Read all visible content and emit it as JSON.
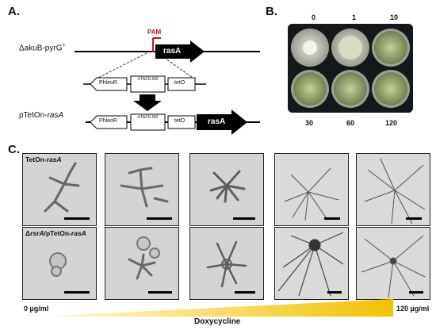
{
  "panels": {
    "a": "A.",
    "b": "B.",
    "c": "C."
  },
  "panel_a": {
    "top_construct": "ΔakuB-pyrG",
    "top_construct_sup": "+",
    "pam": "PAM",
    "gene": "rasA",
    "cassette": [
      "PhleoR",
      "rtTA2S-M2",
      "tetO"
    ],
    "result_prefix": "pTetOn-",
    "result_gene": "rasA"
  },
  "panel_b": {
    "top_concentrations": [
      "0",
      "1",
      "10"
    ],
    "bottom_concentrations": [
      "30",
      "60",
      "120"
    ]
  },
  "panel_c": {
    "row1_label_prefix": "TetOn-",
    "row1_label_gene": "rasA",
    "row2_label_a": "Δ",
    "row2_label_b": "rsrA",
    "row2_label_c": "/pTetOn-",
    "row2_label_d": "rasA",
    "gradient_start": "0 µg/ml",
    "gradient_end": "120 µg/ml",
    "gradient_title": "Doxycycline",
    "gradient_color": "#f2c200"
  }
}
